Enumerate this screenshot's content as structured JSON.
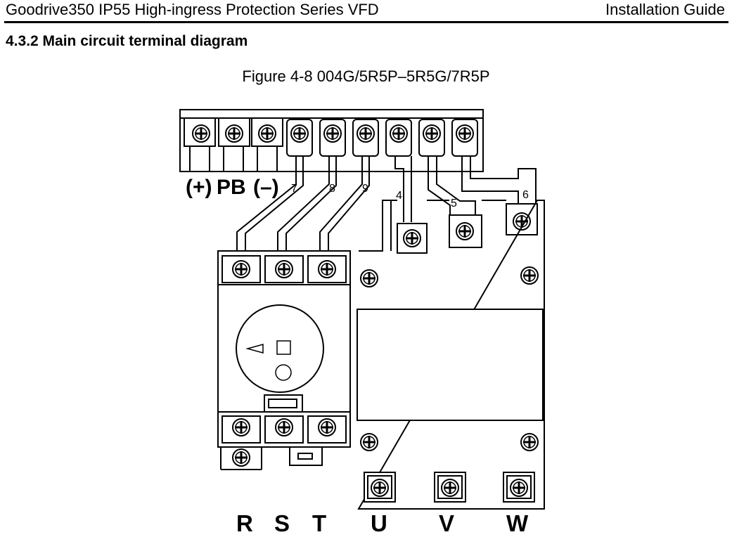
{
  "header": {
    "left": "Goodrive350 IP55 High-ingress Protection Series VFD",
    "right": "Installation Guide"
  },
  "section_title": "4.3.2 Main circuit terminal diagram",
  "figure_caption": "Figure 4-8 004G/5R5P–5R5G/7R5P",
  "diagram": {
    "top_labels": [
      "(+)",
      "PB",
      "(–)"
    ],
    "wire_numbers": [
      "7",
      "8",
      "9",
      "4",
      "5",
      "6"
    ],
    "bottom_labels": [
      "R",
      "S",
      "T",
      "U",
      "V",
      "W"
    ]
  }
}
